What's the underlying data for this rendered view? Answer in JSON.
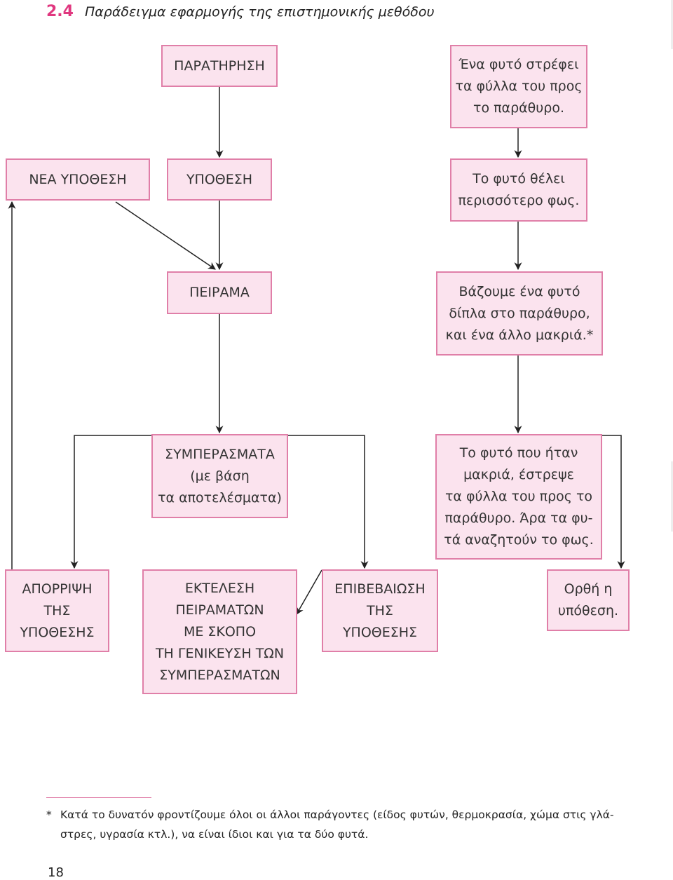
{
  "header": {
    "number": "2.4",
    "title": "Παράδειγμα εφαρμογής της επιστημονικής μεθόδου"
  },
  "boxes": {
    "observation": "ΠΑΡΑΤΗΡΗΣΗ",
    "observation_example": "Ένα φυτό στρέφει\nτα φύλλα του προς\nτο παράθυρο.",
    "new_hypothesis": "ΝΕΑ ΥΠΟΘΕΣΗ",
    "hypothesis": "ΥΠΟΘΕΣΗ",
    "hypothesis_example": "Το φυτό θέλει\nπερισσότερο φως.",
    "experiment": "ΠΕΙΡΑΜΑ",
    "experiment_example": "Βάζουμε ένα φυτό\nδίπλα στο παράθυρο,\nκαι ένα άλλο μακριά.*",
    "conclusions": "ΣΥΜΠΕΡΑΣΜΑΤΑ\n(με βάση\nτα αποτελέσματα)",
    "conclusions_example": "Το φυτό που ήταν\nμακριά, έστρεψε\nτα φύλλα του προς το\nπαράθυρο. Άρα τα φυ-\nτά αναζητούν το φως.",
    "rejection": "ΑΠΟΡΡΙΨΗ\nΤΗΣ\nΥΠΟΘΕΣΗΣ",
    "generalization": "ΕΚΤΕΛΕΣΗ\nΠΕΙΡΑΜΑΤΩΝ\nΜΕ ΣΚΟΠΟ\nΤΗ ΓΕΝΙΚΕΥΣΗ ΤΩΝ\nΣΥΜΠΕΡΑΣΜΑΤΩΝ",
    "confirmation": "ΕΠΙΒΕΒΑΙΩΣΗ\nΤΗΣ\nΥΠΟΘΕΣΗΣ",
    "confirmation_example": "Ορθή η\nυπόθεση."
  },
  "footnote": {
    "marker": "*",
    "text": "Κατά το δυνατόν φροντίζουμε όλοι οι άλλοι παράγοντες (είδος φυτών, θερμοκρασία, χώμα στις γλά-\nστρες, υγρασία κτλ.), να είναι ίδιοι και για τα δύο φυτά."
  },
  "page_number": "18",
  "colors": {
    "accent": "#e0377f",
    "box_fill": "#fbe3ee",
    "box_border": "#e07fa8",
    "line": "#222222"
  }
}
